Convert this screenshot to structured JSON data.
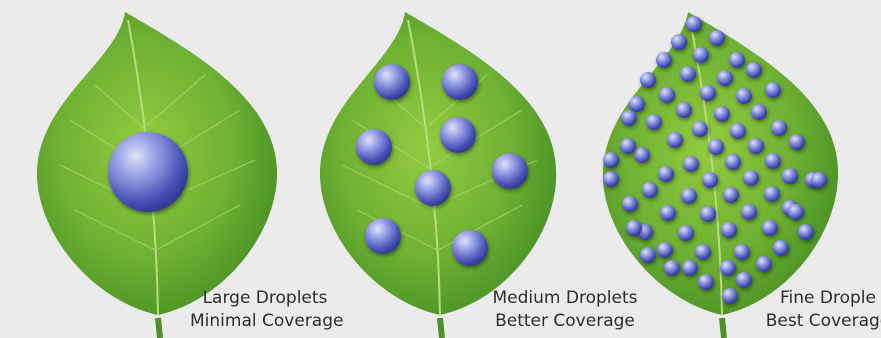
{
  "panels": [
    {
      "droplet_size": "large",
      "line1": "Large Droplets",
      "line2": "Minimal Coverage"
    },
    {
      "droplet_size": "medium",
      "line1": "Medium Droplets",
      "line2": "Better Coverage"
    },
    {
      "droplet_size": "fine",
      "line1": "Fine Drople",
      "line2": "Best Coverage"
    }
  ],
  "colors": {
    "background": "#ebebec",
    "leaf_light": "#8ec93b",
    "leaf_dark": "#3f8a22",
    "droplet_light": "#c7cdf4",
    "droplet_dark": "#3b46a8"
  }
}
